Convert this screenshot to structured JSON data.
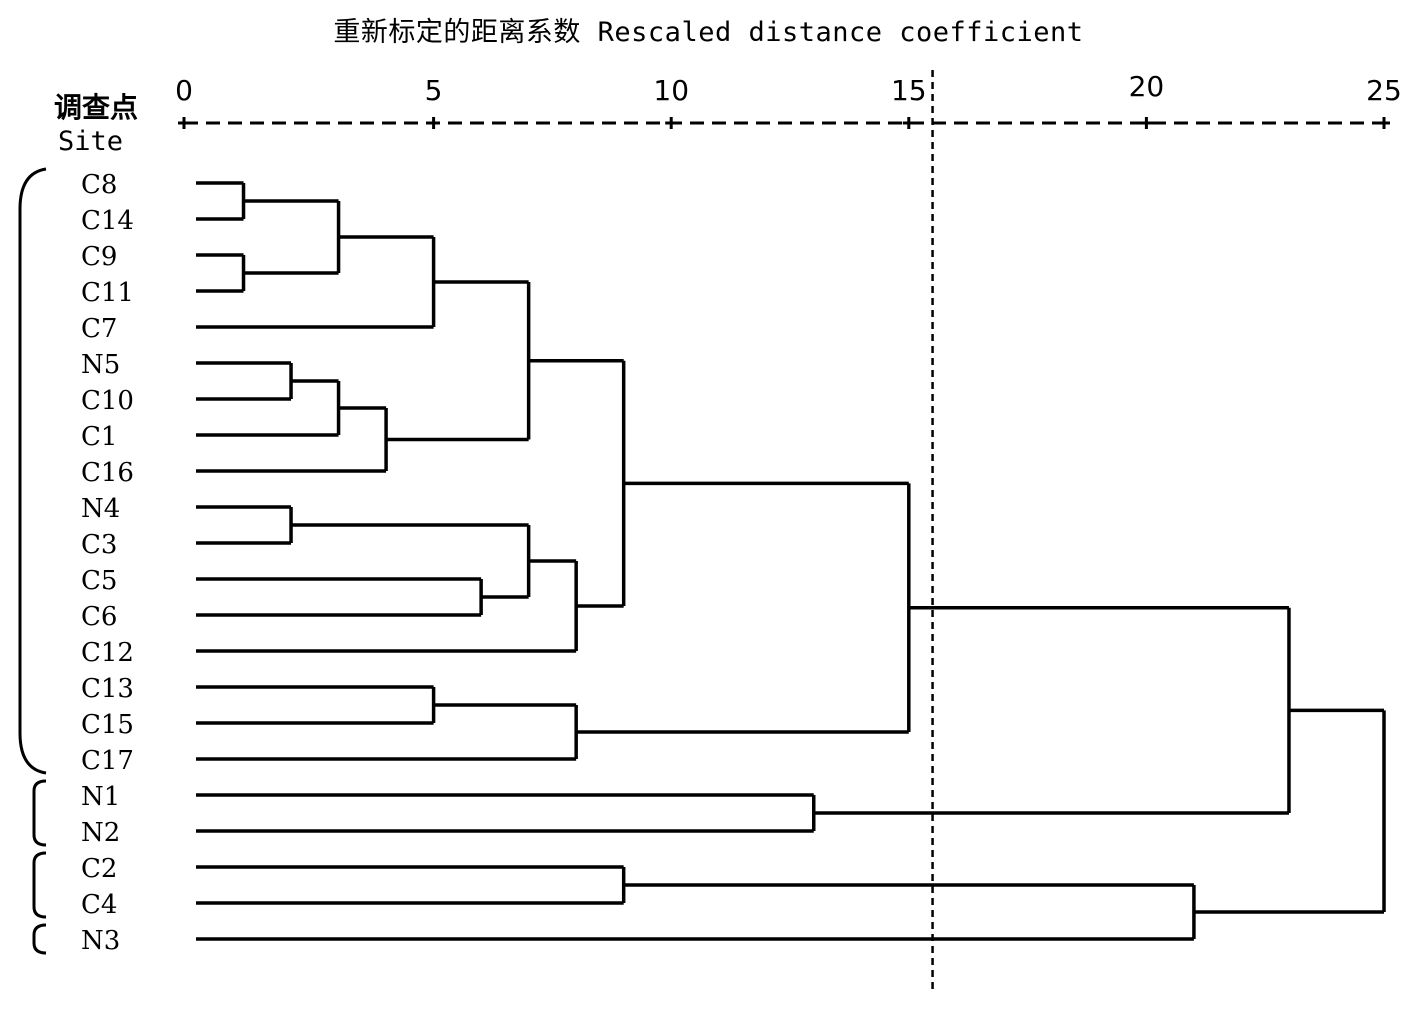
{
  "title": "重新标定的距离系数 Rescaled distance coefficient",
  "site_label_zh": "调查点",
  "site_label_en": "Site",
  "axis": {
    "min": 0,
    "max": 25,
    "ticks": [
      0,
      5,
      10,
      15,
      20,
      25
    ]
  },
  "cut_line": 15.5,
  "leaves": [
    "C8",
    "C14",
    "C9",
    "C11",
    "C7",
    "N5",
    "C10",
    "C1",
    "C16",
    "N4",
    "C3",
    "C5",
    "C6",
    "C12",
    "C13",
    "C15",
    "C17",
    "N1",
    "N2",
    "C2",
    "C4",
    "N3"
  ],
  "groups": [
    {
      "leaves": [
        "C8",
        "C17"
      ]
    },
    {
      "leaves": [
        "N1",
        "N2"
      ]
    },
    {
      "leaves": [
        "C2",
        "C4"
      ]
    },
    {
      "leaves": [
        "N3",
        "N3"
      ]
    }
  ],
  "merges": [
    {
      "a": "C8",
      "b": "C14",
      "height": 1
    },
    {
      "a": "C9",
      "b": "C11",
      "height": 1
    },
    {
      "a": "m1",
      "b": "m2",
      "height": 3
    },
    {
      "a": "m3",
      "b": "C7",
      "height": 5
    },
    {
      "a": "N5",
      "b": "C10",
      "height": 2
    },
    {
      "a": "m5",
      "b": "C1",
      "height": 3
    },
    {
      "a": "m6",
      "b": "C16",
      "height": 4
    },
    {
      "a": "m4",
      "b": "m7",
      "height": 7
    },
    {
      "a": "N4",
      "b": "C3",
      "height": 2
    },
    {
      "a": "C5",
      "b": "C6",
      "height": 6
    },
    {
      "a": "m9",
      "b": "m10",
      "height": 7
    },
    {
      "a": "m11",
      "b": "C12",
      "height": 8
    },
    {
      "a": "m8",
      "b": "m12",
      "height": 9
    },
    {
      "a": "C13",
      "b": "C15",
      "height": 5
    },
    {
      "a": "m14",
      "b": "C17",
      "height": 8
    },
    {
      "a": "m13",
      "b": "m15",
      "height": 15
    },
    {
      "a": "N1",
      "b": "N2",
      "height": 13
    },
    {
      "a": "m16",
      "b": "m17",
      "height": 23
    },
    {
      "a": "C2",
      "b": "C4",
      "height": 9
    },
    {
      "a": "m19",
      "b": "N3",
      "height": 21
    },
    {
      "a": "m18",
      "b": "m20",
      "height": 25
    }
  ]
}
